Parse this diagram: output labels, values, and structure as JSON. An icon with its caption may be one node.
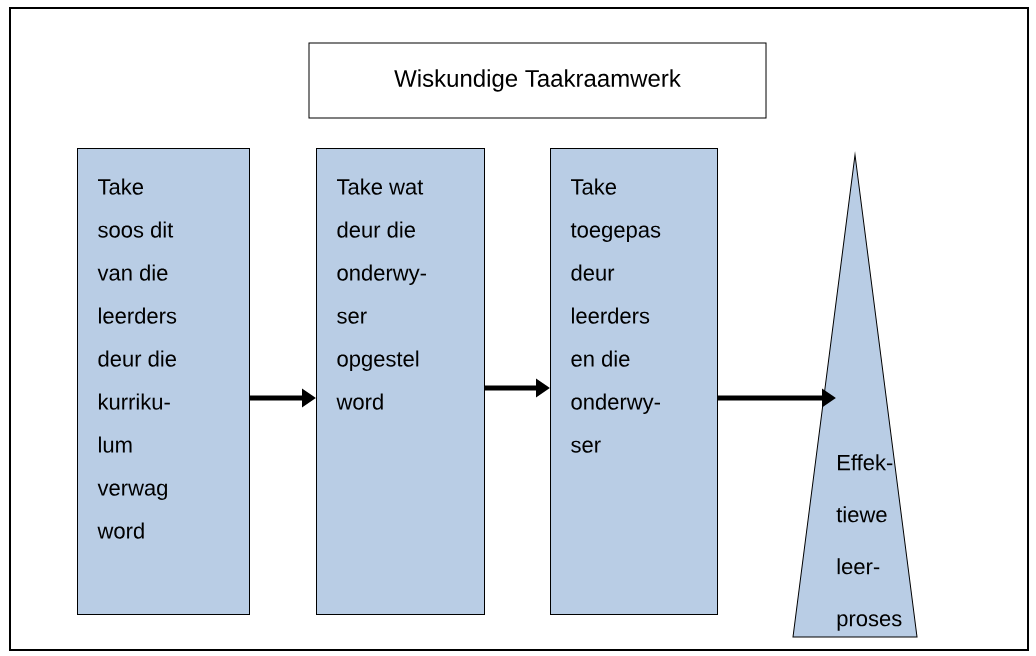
{
  "diagram": {
    "title": "Wiskundige Taakraamwerk",
    "nodes": [
      {
        "text": [
          "Take soos dit van die leerders deur die kurriku-lum verwag word"
        ]
      },
      {
        "text": [
          "Take wat deur die onderwy-ser opgestel word"
        ]
      },
      {
        "text": [
          "Take toegepas deur leerders en die onderwy-ser"
        ]
      },
      {
        "text": [
          "Effek-tiewe leer-proses"
        ]
      }
    ],
    "edges": [
      {
        "from": 0,
        "to": 1,
        "arrow": "to"
      },
      {
        "from": 1,
        "to": 2,
        "arrow": "to"
      },
      {
        "from": 2,
        "to": 3,
        "arrow": "to"
      }
    ]
  }
}
